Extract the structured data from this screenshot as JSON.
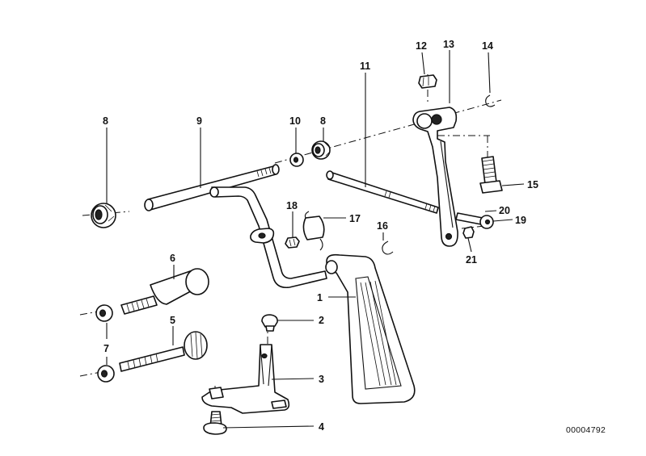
{
  "diagram": {
    "callouts": {
      "c1": "1",
      "c2": "2",
      "c3": "3",
      "c4": "4",
      "c5": "5",
      "c6": "6",
      "c7": "7",
      "c8a": "8",
      "c8b": "8",
      "c9": "9",
      "c10": "10",
      "c11": "11",
      "c12": "12",
      "c13": "13",
      "c14": "14",
      "c15": "15",
      "c16": "16",
      "c17": "17",
      "c18": "18",
      "c19": "19",
      "c20": "20",
      "c21": "21"
    },
    "document_id": "00004792"
  }
}
